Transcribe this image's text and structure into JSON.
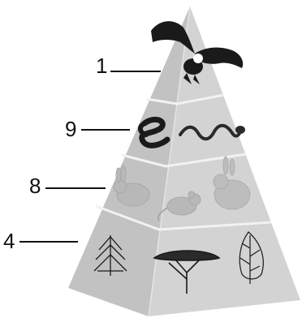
{
  "diagram": {
    "levels": [
      {
        "label": "1",
        "organisms": [
          "eagle-icon"
        ]
      },
      {
        "label": "9",
        "organisms": [
          "snake-coiled-icon",
          "snake-icon"
        ]
      },
      {
        "label": "8",
        "organisms": [
          "rabbit-icon",
          "mouse-icon",
          "rabbit-icon"
        ]
      },
      {
        "label": "4",
        "organisms": [
          "conifer-tree-icon",
          "acacia-tree-icon",
          "tall-tree-icon"
        ]
      }
    ]
  },
  "colors": {
    "left_face": "#c2c2c2",
    "right_face": "#d4d4d4",
    "band_line": "#f2f2f2",
    "ink": "#1a1a1a"
  }
}
